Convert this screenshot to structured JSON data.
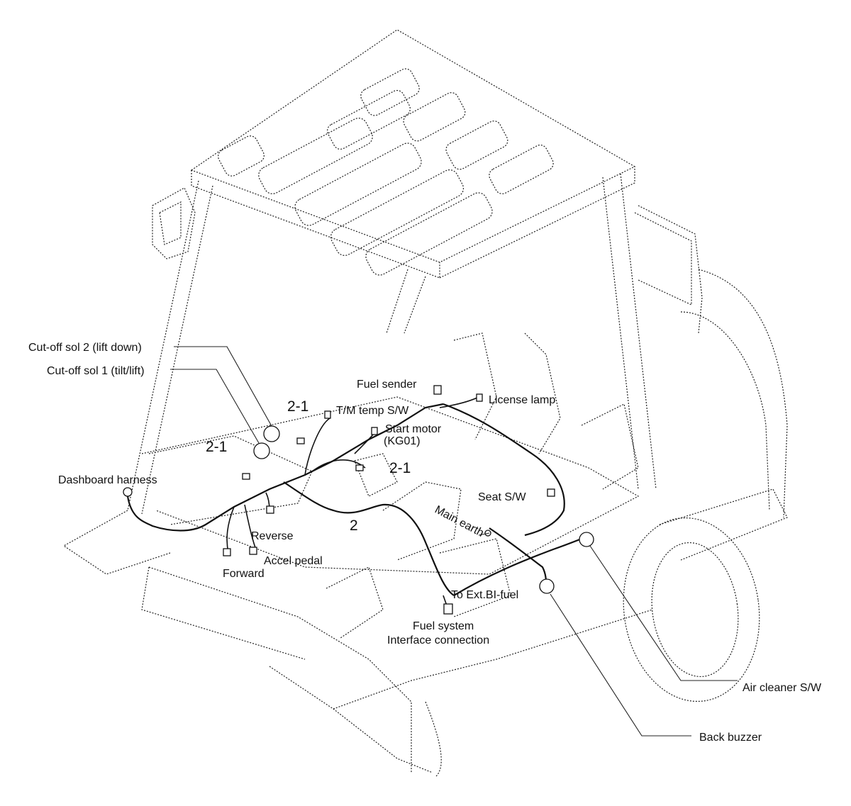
{
  "labels": {
    "cutoff_sol_2": "Cut-off sol 2 (lift down)",
    "cutoff_sol_1": "Cut-off sol 1 (tilt/lift)",
    "dashboard_harness": "Dashboard harness",
    "reverse": "Reverse",
    "accel_pedal": "Accel pedal",
    "forward": "Forward",
    "tm_temp_sw": "T/M temp S/W",
    "start_motor": "Start motor",
    "start_motor_code": "(KG01)",
    "fuel_sender": "Fuel sender",
    "license_lamp": "License lamp",
    "seat_sw": "Seat S/W",
    "main_earth": "Main earth",
    "to_ext_bi_fuel": "To Ext.BI-fuel",
    "fuel_system": "Fuel system",
    "interface_connection": "Interface connection",
    "air_cleaner_sw": "Air cleaner S/W",
    "back_buzzer": "Back buzzer",
    "ref_2_1_a": "2-1",
    "ref_2_1_b": "2-1",
    "ref_2_1_c": "2-1",
    "ref_2": "2"
  }
}
